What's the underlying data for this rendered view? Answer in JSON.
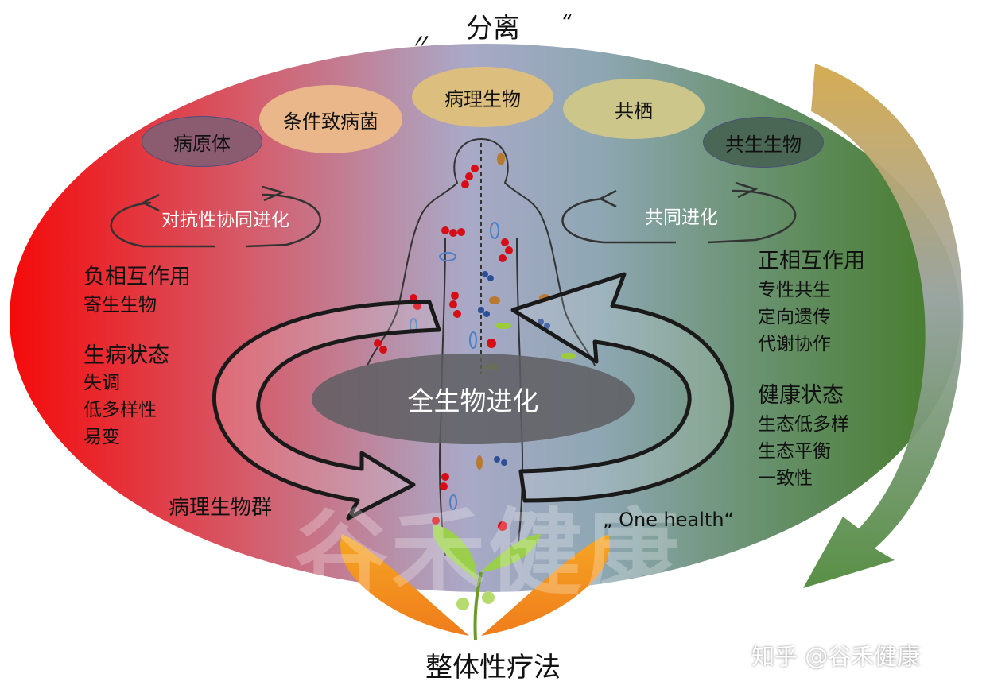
{
  "top": {
    "title": "分离",
    "quote_left": "〃",
    "quote_right": "“"
  },
  "bubbles": {
    "pathogen": "病原体",
    "opportunistic": "条件致病菌",
    "pathobiont": "病理生物",
    "commensal": "共栖",
    "symbiont": "共生生物"
  },
  "left": {
    "coevolution": "对抗性协同进化",
    "interaction_title": "负相互作用",
    "interaction_items": [
      "寄生生物"
    ],
    "state_title": "生病状态",
    "state_items": [
      "失调",
      "低多样性",
      "易变"
    ],
    "group": "病理生物群"
  },
  "right": {
    "coevolution": "共同进化",
    "interaction_title": "正相互作用",
    "interaction_items": [
      "专性共生",
      "定向遗传",
      "代谢协作"
    ],
    "state_title": "健康状态",
    "state_items": [
      "生态低多样",
      "生态平衡",
      "一致性"
    ],
    "one_health": "„ One health“"
  },
  "center": {
    "label": "全生物进化"
  },
  "bottom": {
    "label": "整体性疗法"
  },
  "watermark": {
    "text": "谷禾健康",
    "credit": "知乎 @谷禾健康"
  },
  "colors": {
    "red": "#e8000d",
    "green": "#3f7d2a",
    "mid": "#a7a9c6"
  }
}
